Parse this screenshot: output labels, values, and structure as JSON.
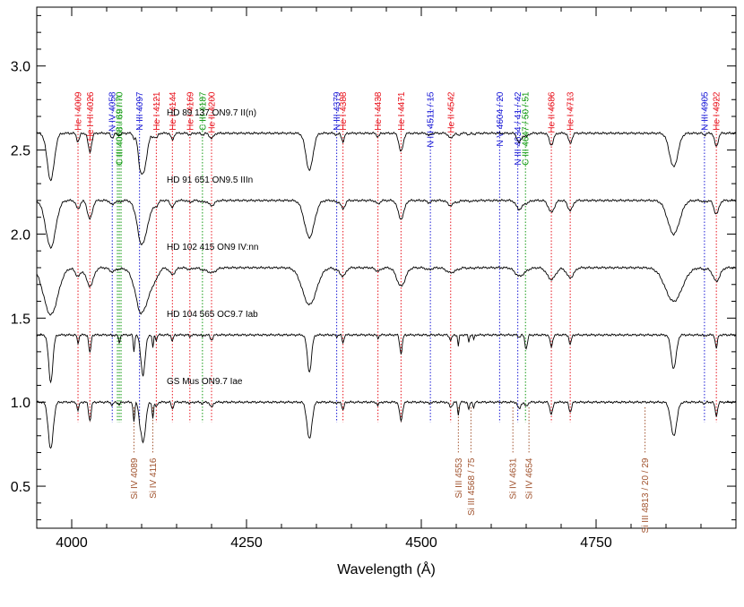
{
  "chart_data": {
    "type": "line",
    "title": "",
    "xlabel": "Wavelength (Å)",
    "ylabel": "",
    "xlim": [
      3950,
      4950
    ],
    "ylim": [
      0.25,
      3.35
    ],
    "x_ticks": [
      {
        "value": 4000,
        "label": "4000"
      },
      {
        "value": 4250,
        "label": "4250"
      },
      {
        "value": 4500,
        "label": "4500"
      },
      {
        "value": 4750,
        "label": "4750"
      }
    ],
    "y_ticks": [
      {
        "value": 0.5,
        "label": "0.5"
      },
      {
        "value": 1.0,
        "label": "1.0"
      },
      {
        "value": 1.5,
        "label": "1.5"
      },
      {
        "value": 2.0,
        "label": "2.0"
      },
      {
        "value": 2.5,
        "label": "2.5"
      },
      {
        "value": 3.0,
        "label": "3.0"
      }
    ],
    "series": [
      {
        "name": "HD 89 137   ON9.7 II(n)",
        "offset": 2.6,
        "broad": 1.0,
        "si_strength": 0.3,
        "n_strength": 1.4,
        "c_strength": 0.4
      },
      {
        "name": "HD 91 651   ON9.5 IIIn",
        "offset": 2.2,
        "broad": 1.4,
        "si_strength": 0.2,
        "n_strength": 1.3,
        "c_strength": 0.3
      },
      {
        "name": "HD 102 415   ON9 IV:nn",
        "offset": 1.8,
        "broad": 2.0,
        "si_strength": 0.1,
        "n_strength": 1.2,
        "c_strength": 0.2
      },
      {
        "name": "HD 104 565   OC9.7 Iab",
        "offset": 1.4,
        "broad": 0.6,
        "si_strength": 1.3,
        "n_strength": 0.3,
        "c_strength": 1.6
      },
      {
        "name": "GS Mus   ON9.7 Iae",
        "offset": 1.0,
        "broad": 0.7,
        "si_strength": 1.5,
        "n_strength": 1.0,
        "c_strength": 0.5
      }
    ],
    "line_ids": [
      {
        "label": "He I 4009",
        "wl": 4009,
        "color": "#e8141e"
      },
      {
        "label": "He I+II 4026",
        "wl": 4026,
        "color": "#e8141e"
      },
      {
        "label": "N IV 4058",
        "wl": 4058,
        "color": "#1a1ad6"
      },
      {
        "label": "C III 4068 / 69 / 70",
        "wl": 4068,
        "color": "#119a11"
      },
      {
        "label": "N III 4097",
        "wl": 4097,
        "color": "#1a1ad6"
      },
      {
        "label": "He I 4121",
        "wl": 4121,
        "color": "#e8141e"
      },
      {
        "label": "He I 4144",
        "wl": 4144,
        "color": "#e8141e"
      },
      {
        "label": "He I 4169",
        "wl": 4169,
        "color": "#e8141e"
      },
      {
        "label": "C III 4187",
        "wl": 4187,
        "color": "#119a11"
      },
      {
        "label": "He II 4200",
        "wl": 4200,
        "color": "#e8141e"
      },
      {
        "label": "N III 4379",
        "wl": 4379,
        "color": "#1a1ad6"
      },
      {
        "label": "He I 4388",
        "wl": 4388,
        "color": "#e8141e"
      },
      {
        "label": "He I 4438",
        "wl": 4438,
        "color": "#e8141e"
      },
      {
        "label": "He I 4471",
        "wl": 4471,
        "color": "#e8141e"
      },
      {
        "label": "N III 4511 / 15",
        "wl": 4513,
        "color": "#1a1ad6"
      },
      {
        "label": "He II 4542",
        "wl": 4542,
        "color": "#e8141e"
      },
      {
        "label": "N V 4604 / 20",
        "wl": 4612,
        "color": "#1a1ad6"
      },
      {
        "label": "N III 4634 / 41 / 42",
        "wl": 4638,
        "color": "#1a1ad6"
      },
      {
        "label": "C III 4647 / 50 / 51",
        "wl": 4649,
        "color": "#119a11"
      },
      {
        "label": "He II 4686",
        "wl": 4686,
        "color": "#e8141e"
      },
      {
        "label": "He I 4713",
        "wl": 4713,
        "color": "#e8141e"
      },
      {
        "label": "N III 4905",
        "wl": 4905,
        "color": "#1a1ad6"
      },
      {
        "label": "He I 4922",
        "wl": 4922,
        "color": "#e8141e"
      }
    ],
    "si_ids": [
      {
        "label": "Si IV 4089",
        "wl": 4089,
        "color": "#a0522d"
      },
      {
        "label": "Si IV 4116",
        "wl": 4116,
        "color": "#a0522d"
      },
      {
        "label": "Si III 4553",
        "wl": 4553,
        "color": "#a0522d"
      },
      {
        "label": "Si III 4568 / 75",
        "wl": 4571,
        "color": "#a0522d"
      },
      {
        "label": "Si IV 4631",
        "wl": 4631,
        "color": "#a0522d"
      },
      {
        "label": "Si IV 4654",
        "wl": 4654,
        "color": "#a0522d"
      },
      {
        "label": "Si III 4813 / 20 / 29",
        "wl": 4820,
        "color": "#a0522d"
      }
    ]
  }
}
